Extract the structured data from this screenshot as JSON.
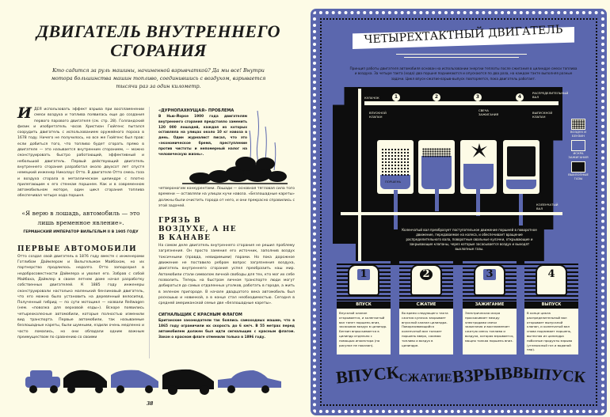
{
  "left_page": {
    "title": "ДВИГАТЕЛЬ ВНУТРЕННЕГО СГОРАНИЯ",
    "subtitle": "Кто садится за руль машины, начиненной взрывчаткой? Да мы все! Внутри мотора большинства машин топливо, соединившись с воздухом, взрывается тысячи раз за один километр.",
    "intro_dropcap": "И",
    "intro_text": "ДЕЯ использовать эффект взрыва при воспламенении смеси воздуха и топлива появилась еще до создания первого парового двигателя (см. стр. 28). Голландский физик и изобретатель часов Христиан Гюйгенс пытался соорудить двигатель с использованием оружейного пороха в 1678 году. Ничего не получилось, но все же Гюйгенс был прав: если добиться того, что топливо будет сгорать прямо в двигателе — это называется внутренним сгоранием, — можно сконструировать быстро работающий, эффективный и небольшой двигатель. Первый действующий двигатель внутреннего сгорания разработал около двухсот лет спустя немецкий инженер Николаус Отто. В двигателе Отто смесь газа и воздуха сгорала в металлическом цилиндре с плотно прилегающим к его стенкам поршнем. Как и в современном автомобильном моторе, один цикл сгорания топлива обеспечивал четыре хода поршня.",
    "sidebar_title": "«ДУРНОПАХНУЩАЯ» ПРОБЛЕМА",
    "sidebar_text": "В Нью-Йорке 1900 года двигателям внутреннего сгорания предстояло заменить 120 000 лошадей, каждая из которых оставляла на улицах около 10 кг навоза в день. Один журналист писал, что это «экономическое бремя, преступление против чистоты и непомерный налог на человеческую жизнь».",
    "continuation_text": "четвероногим конкурентами. Лошади — основная тягловая сила того времени — оставляли на улицах кучи навоза. «Безлошадные кареты» должны были очистить города от него, и они прекрасно справились с этой задачей.",
    "quote": "«Я верю в лошадь, автомобиль — это лишь временное явление».",
    "quote_attribution": "ГЕРМАНСКИЙ ИМПЕРАТОР ВИЛЬГЕЛЬМ II В 1905 ГОДУ",
    "first_cars_title": "ПЕРВЫЕ АВТОМОБИЛИ",
    "first_cars_text": "Отто создал свой двигатель в 1876 году вместе с инженерами Готлибом Даймлером и Вильгельмом Майбахом, но их партнерство продлилось недолго. Отто заподозрил в недобросовестности Даймлера и уволил его. Забрав с собой Майбаха, Даймлер в своем летнем доме начал разработку собственных двигателей. К 1885 году инженеры сконструировали настолько маленький бензиновый двигатель, что его можно было установить на деревянный велосипед. Полученный гибрид — по сути мотоцикл — назвали Reitwagen (нем. «повозка для верховой езды»). Вскоре появились четырехколесные автомобили, которые полностью изменили вид транспорта. Первые автомобили, так называемые безлошадные кареты, были шумными, ездили очень медленно и часто ломались, но они обладали одним важным преимуществом по сравнению со своими",
    "pollution_title": "ГРЯЗЬ В ВОЗДУХЕ, А НЕ В КАНАВЕ",
    "pollution_text": "На самом деле двигатель внутреннего сгорания не решил проблему загрязнения. Он просто заменил его источник, заполнив воздух токсичными (правда, невидимыми) парами. Но пока дорожное движение не поставило ребром вопрос загрязнения воздуха, двигатель внутреннего сгорания успел преобразить наш мир. Автомобили стали символом личной свободы для тех, кто мог их себе позволить. Теперь на быстром личном транспорте люди могут добираться до самых отдаленных уголков, работать в городе, а жить в зеленом пригороде. В начале двадцатого века автомобиль был роскошью и новинкой, а в конце стал необходимостью. Сегодня в средней американской семье две «безлошадные кареты».",
    "flag_title": "СИГНАЛЬЩИК С КРАСНЫМ ФЛАГОМ",
    "flag_text": "Британские законодатели так боялись самоходных машин, что в 1865 году ограничили их скорость до 6 км/ч. В 55 метрах перед автомобилем должен был идти сигнальщик с красным флагом. Закон о красном флаге отменили только в 1896 году.",
    "page_number": "38"
  },
  "right_page": {
    "banner_title": "ЧЕТЫРЕХТАКТНЫЙ ДВИГАТЕЛЬ",
    "intro": "Принцип работы двигателя автомобиля основан на использовании энергии теплоты после сжигания в цилиндре смеси топлива и воздуха. За четыре такта (хода) два поршня поднимаются и опускаются по два раза, на каждом такте выполняя разные задачи. Цикл впуск-сжатие-взрыв-выпуск повторяется, пока двигатель работает.",
    "labels": {
      "cam": "КУЛАЧОК",
      "camshaft": "РАСПРЕДЕЛИТЕЛЬНЫЙ ВАЛ",
      "intake_valve": "ВПУСКНОЙ КЛАПАН",
      "spark_plug": "СВЕЧА ЗАЖИГАНИЯ",
      "exhaust_valve": "ВЫПУСКНОЙ КЛАПАН",
      "piston": "ПОРШЕНЬ",
      "crankshaft": "КОЛЕНЧАТЫЙ ВАЛ"
    },
    "cylinder_numbers": [
      "1",
      "2",
      "3",
      "4"
    ],
    "legend": [
      "ВОЗДУХ И БЕНЗИН",
      "ИСКРА ЗАЖИГАНИЯ",
      "ВЫХЛОПНЫЕ ГАЗЫ"
    ],
    "crankshaft_caption": "Коленчатый вал преобразует поступательное движение поршней в поворотное движение, передаваемое на колеса, и обеспечивает вращение распределительного вала, поворотные овальные кулачки, открывающие и закрывающие клапаны, через которые засасывается воздух и выходят выхлопные газы.",
    "steps": [
      {
        "num": "1",
        "label": "ВПУСК",
        "text": "Впускной клапан открывается, и коленчатый вал тянет поршень вниз, засасывая воздух в цилиндр. Бензин впрыскивается в цилиндр отдельно с помощью инжектора (на рисунке не показан)."
      },
      {
        "num": "2",
        "label": "СЖАТИЕ",
        "text": "Во время следующего такта сжатия кулачок закрывает впускной клапан цилиндра. Поворачивающийся коленчатый вал толкает поршень вверх, сжимая топливо и воздух в цилиндре."
      },
      {
        "num": "3",
        "label": "ЗАЖИГАНИЕ",
        "text": "Электрическая искра проскакивает между электродами свечи зажигания и воспламеняет сжатую смесь топлива и воздуха, которая взрывается, мощно толкая поршень вниз."
      },
      {
        "num": "4",
        "label": "ВЫПУСК",
        "text": "В конце цикла распределительный вал открывает выпускной клапан, и коленчатый вал снова поднимает поршень, вытесняя из цилиндра побочные продукты взрыва (углекислый газ и водяной пар)."
      }
    ],
    "big_words": [
      "ВПУСК",
      "СЖАТИЕ",
      "ВЗРЫВ",
      "ВЫПУСК"
    ],
    "colors": {
      "blue": "#5b67ae",
      "black": "#0d0d0d",
      "cream": "#fdfbe6"
    }
  }
}
